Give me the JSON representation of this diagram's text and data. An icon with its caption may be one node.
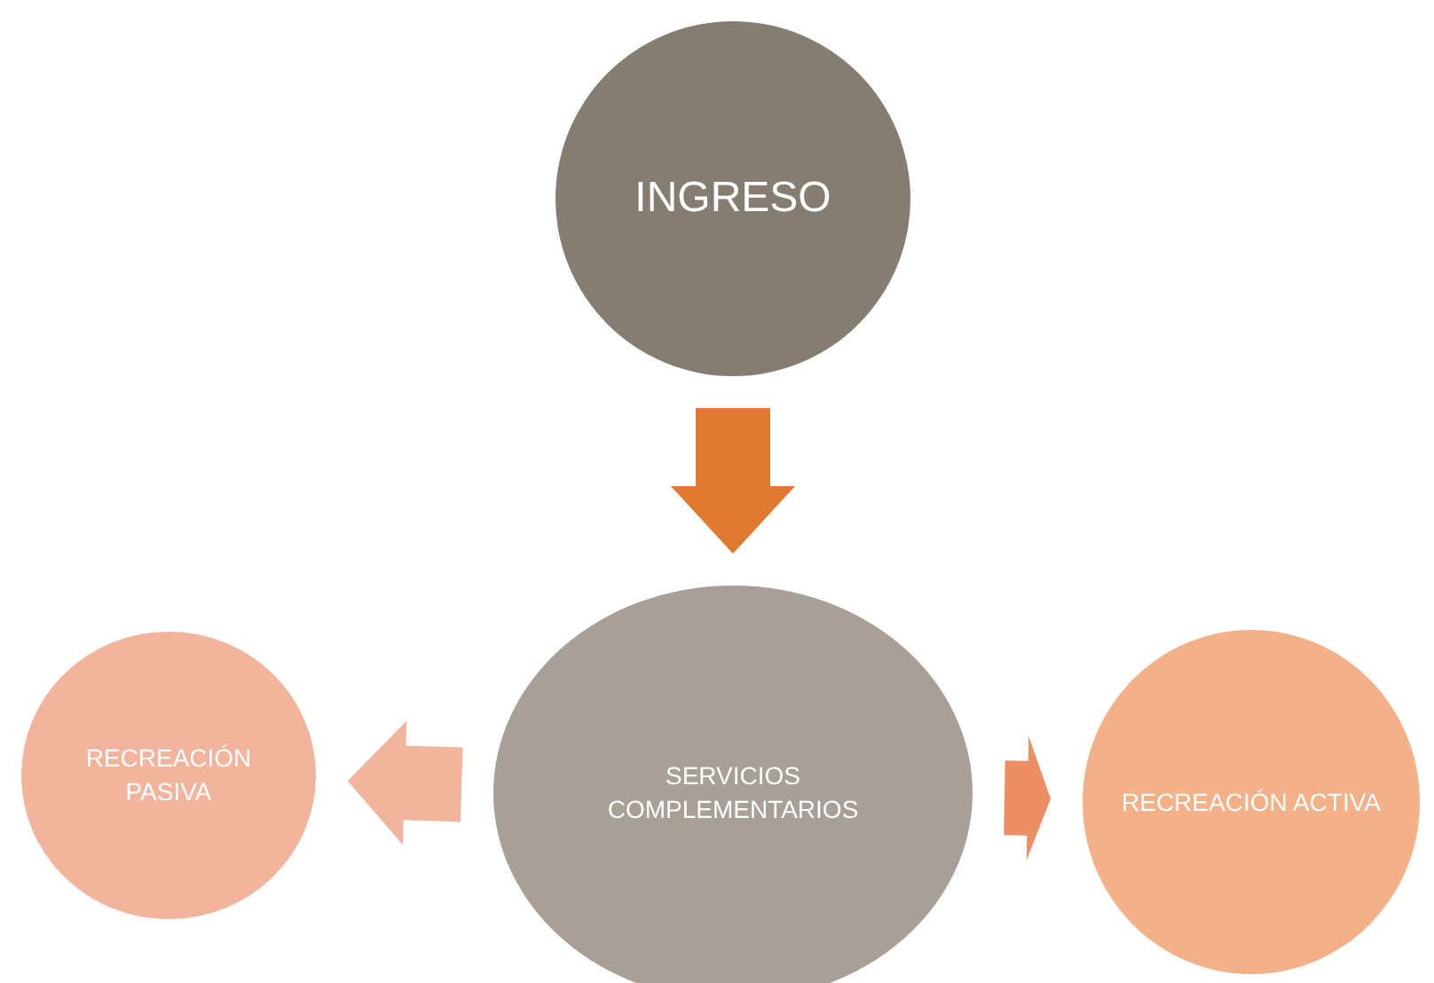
{
  "diagram": {
    "nodes": [
      {
        "text": [
          "INGRESO"
        ]
      },
      {
        "text": [
          "SERVICIOS COMPLEMENTARIOS"
        ]
      },
      {
        "text": [
          "RECREACIÓN PASIVA"
        ]
      },
      {
        "text": [
          "RECREACIÓN ACTIVA"
        ]
      }
    ],
    "edges": [
      {
        "from": 0,
        "to": 1,
        "arrow": "to",
        "style": "thick",
        "color": "#e07a30"
      },
      {
        "from": 1,
        "to": 2,
        "arrow": "to",
        "style": "thick",
        "color": "#f2b49c"
      },
      {
        "from": 1,
        "to": 3,
        "arrow": "to",
        "style": "thick",
        "color": "#ec8f64"
      }
    ]
  }
}
